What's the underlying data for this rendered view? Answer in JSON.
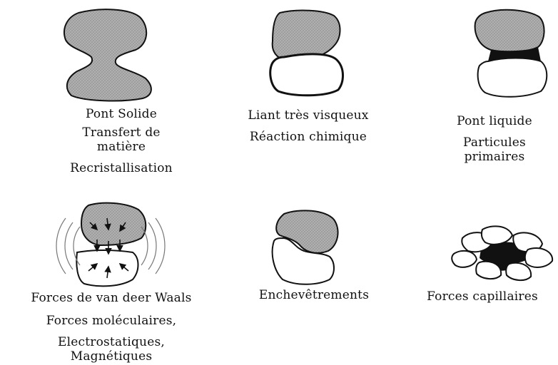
{
  "panels": [
    {
      "id": "solid-bridge",
      "lines": [
        "Pont Solide",
        "Transfert de",
        "matière",
        "Recristallisation"
      ]
    },
    {
      "id": "viscous-binder",
      "lines": [
        "Liant très visqueux",
        "Réaction chimique"
      ]
    },
    {
      "id": "liquid-bridge",
      "lines": [
        "Pont liquide",
        "Particules",
        "primaires"
      ]
    },
    {
      "id": "van-der-waals",
      "lines": [
        "Forces de van deer Waals",
        "Forces moléculaires,",
        "Electrostatiques,",
        "Magnétiques"
      ]
    },
    {
      "id": "entanglement",
      "lines": [
        "Enchevêtrements"
      ]
    },
    {
      "id": "capillary",
      "lines": [
        "Forces capillaires"
      ]
    }
  ],
  "colors": {
    "particle_fill": "#a9a9a9",
    "outline": "#111111",
    "bridge": "#111111",
    "background": "#ffffff"
  }
}
